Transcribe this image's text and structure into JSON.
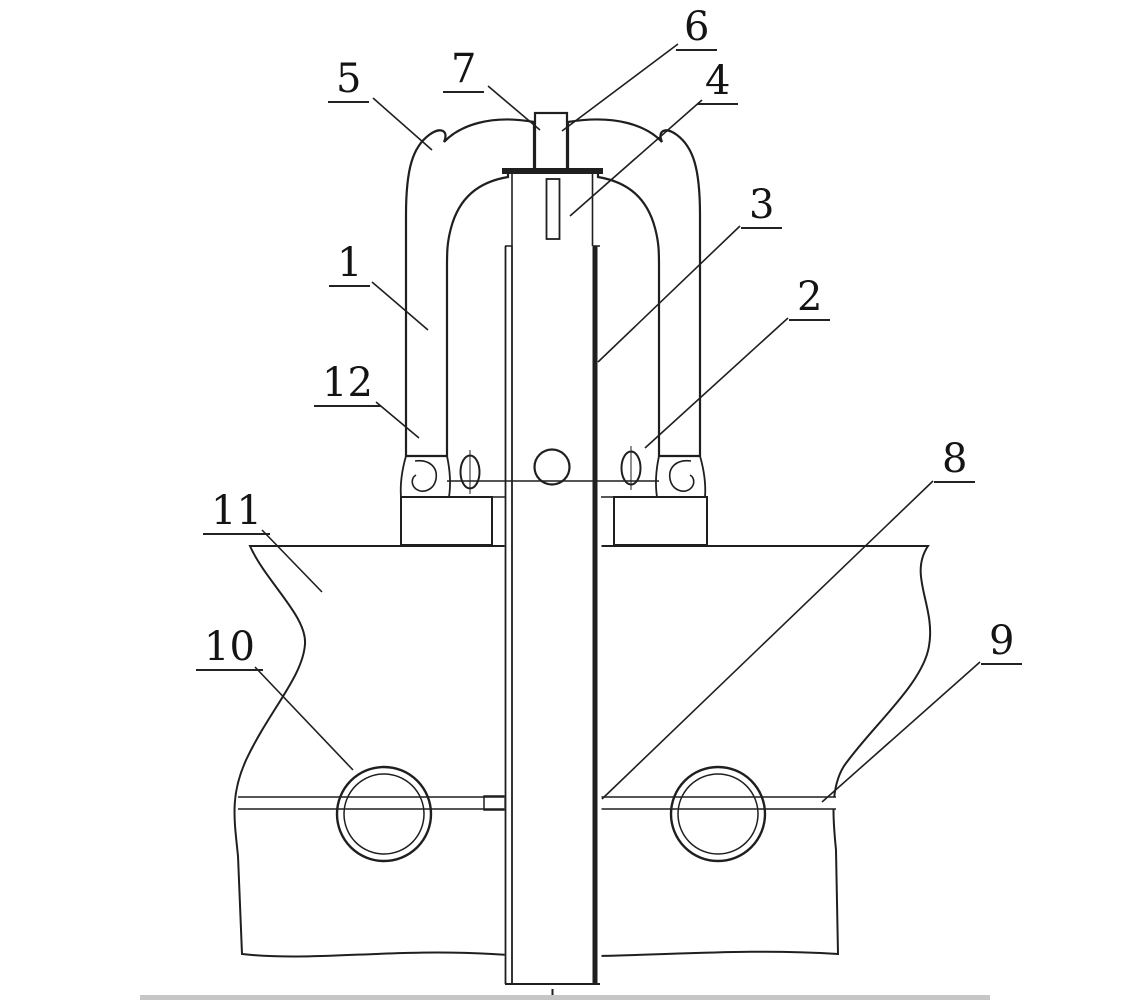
{
  "figure": {
    "type": "patent-cross-section-diagram",
    "colors": {
      "line": "#1f1f1f",
      "hatch": "#3a3a3a",
      "ground_mark": "#8f8f8f",
      "background": "#ffffff"
    }
  },
  "labels": {
    "n1": "1",
    "n2": "2",
    "n3": "3",
    "n4": "4",
    "n5": "5",
    "n6": "6",
    "n7": "7",
    "n8": "8",
    "n9": "9",
    "n10": "10",
    "n11": "11",
    "n12": "12"
  }
}
